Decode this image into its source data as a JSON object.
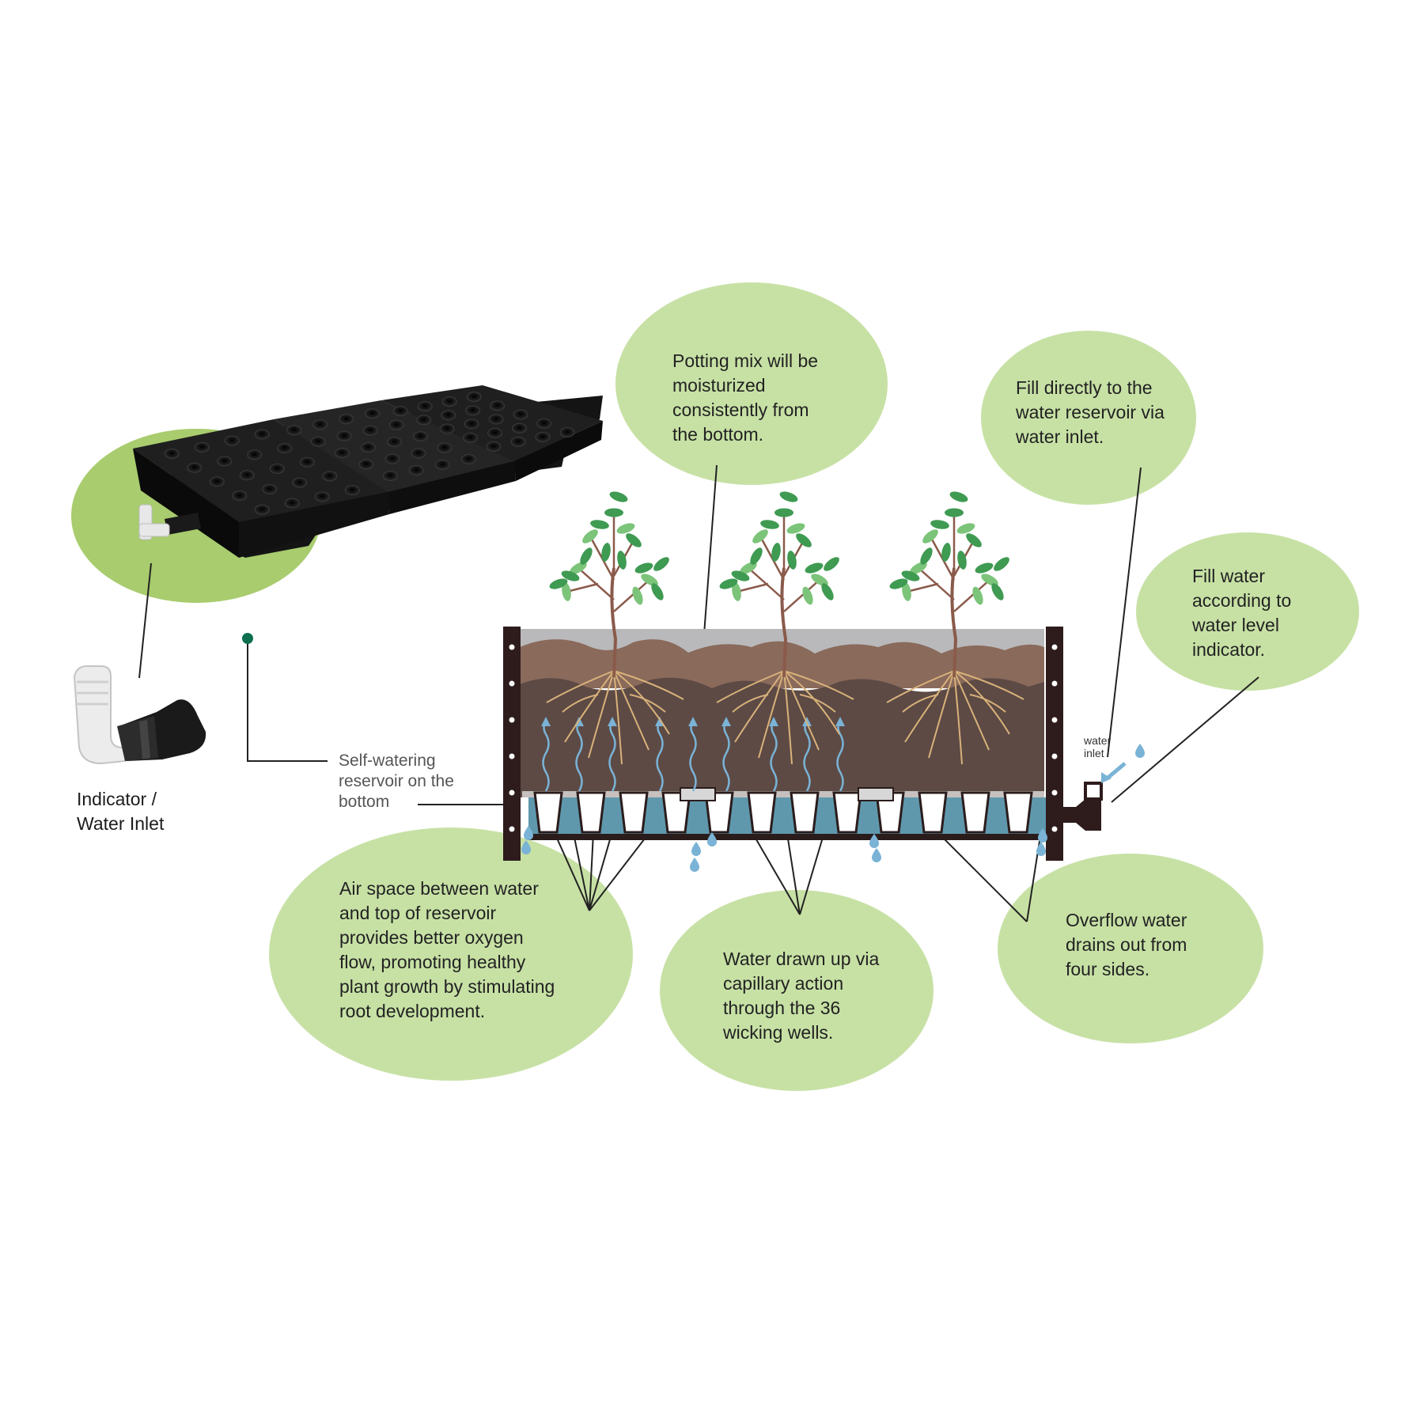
{
  "colors": {
    "bubble": "#c7e1a5",
    "bubble_accent": "#a8cc6e",
    "soil_dark": "#5d4a45",
    "soil_mid": "#8a6a5b",
    "soil_top": "#b9b9bb",
    "water": "#5f98ad",
    "frame": "#2e1b1b",
    "leaf": "#3f9a52",
    "root": "#d9b27a",
    "arrow": "#7ab3d6",
    "dot": "#0e6f50"
  },
  "callouts": {
    "potting_mix": "Potting mix will be\nmoisturized\nconsistently from\nthe bottom.",
    "fill_directly": "Fill directly to the\nwater reservoir via\nwater inlet.",
    "fill_level": "Fill water\naccording to\nwater level\nindicator.",
    "air_space": "Air space between water\nand top of reservoir\nprovides better oxygen\nflow, promoting healthy\nplant growth by stimulating\nroot development.",
    "capillary": "Water drawn up via\ncapillary action\nthrough the 36\nwicking wells.",
    "overflow": "Overflow water\ndrains out from\nfour sides."
  },
  "labels": {
    "indicator": "Indicator /\nWater Inlet",
    "reservoir": "Self-watering\nreservoir on the\nbottom",
    "water_inlet": "water\ninlet"
  },
  "icons": {
    "tray": "black-planter-tray",
    "connector": "elbow-connector",
    "plant": "tree-seedling",
    "drop": "water-drop",
    "arrow": "capillary-arrow"
  }
}
